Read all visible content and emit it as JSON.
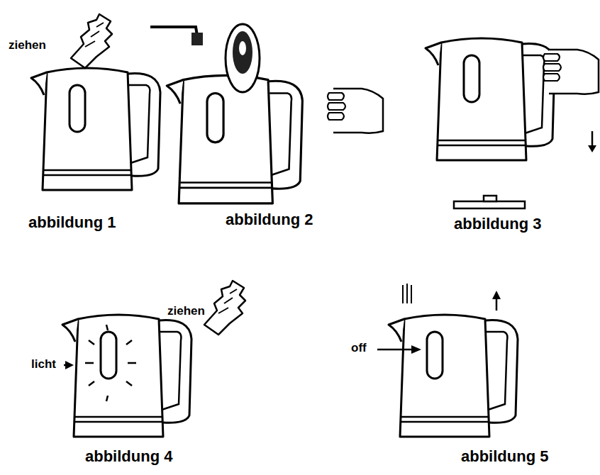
{
  "diagram": {
    "labels": [
      "ziehen",
      "abbildung 1",
      "abbildung 2",
      "abbildung 3",
      "ziehen",
      "licht",
      "abbildung 4",
      "off",
      "abbildung 5"
    ]
  }
}
